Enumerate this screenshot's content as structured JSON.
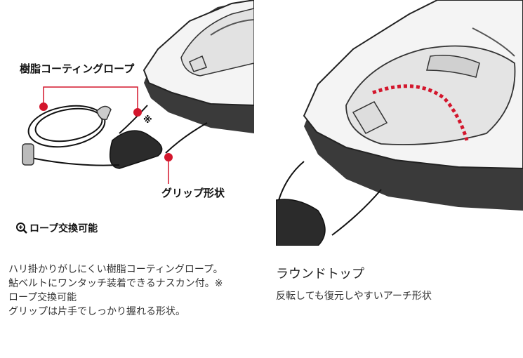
{
  "left": {
    "callout_rope": "樹脂コーティングロープ",
    "callout_grip": "グリップ形状",
    "callout_replace": "ロープ交換可能",
    "note_mark": "※",
    "description_lines": [
      "ハリ掛かりがしにくい樹脂コーティングロープ。",
      "鮎ベルトにワンタッチ装着できるナスカン付。※",
      "ロープ交換可能",
      "グリップは片手でしっかり握れる形状。"
    ]
  },
  "right": {
    "title": "ラウンドトップ",
    "description": "反転しても復元しやすいアーチ形状"
  },
  "colors": {
    "accent": "#d3162c",
    "body_dark": "#3a3a3a",
    "body_light": "#f2f2f2"
  }
}
